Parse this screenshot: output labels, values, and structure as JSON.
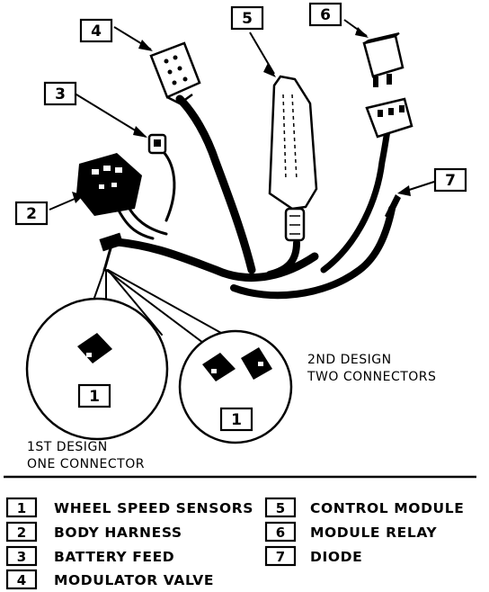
{
  "callouts": [
    "1",
    "2",
    "3",
    "4",
    "5",
    "6",
    "7"
  ],
  "annotations": {
    "second_design_line1": "2ND DESIGN",
    "second_design_line2": "TWO CONNECTORS",
    "first_design_line1": "1ST DESIGN",
    "first_design_line2": "ONE CONNECTOR"
  },
  "legend": [
    {
      "num": "1",
      "label": "WHEEL SPEED SENSORS"
    },
    {
      "num": "2",
      "label": "BODY HARNESS"
    },
    {
      "num": "3",
      "label": "BATTERY FEED"
    },
    {
      "num": "4",
      "label": "MODULATOR VALVE"
    },
    {
      "num": "5",
      "label": "CONTROL MODULE"
    },
    {
      "num": "6",
      "label": "MODULE RELAY"
    },
    {
      "num": "7",
      "label": "DIODE"
    }
  ]
}
